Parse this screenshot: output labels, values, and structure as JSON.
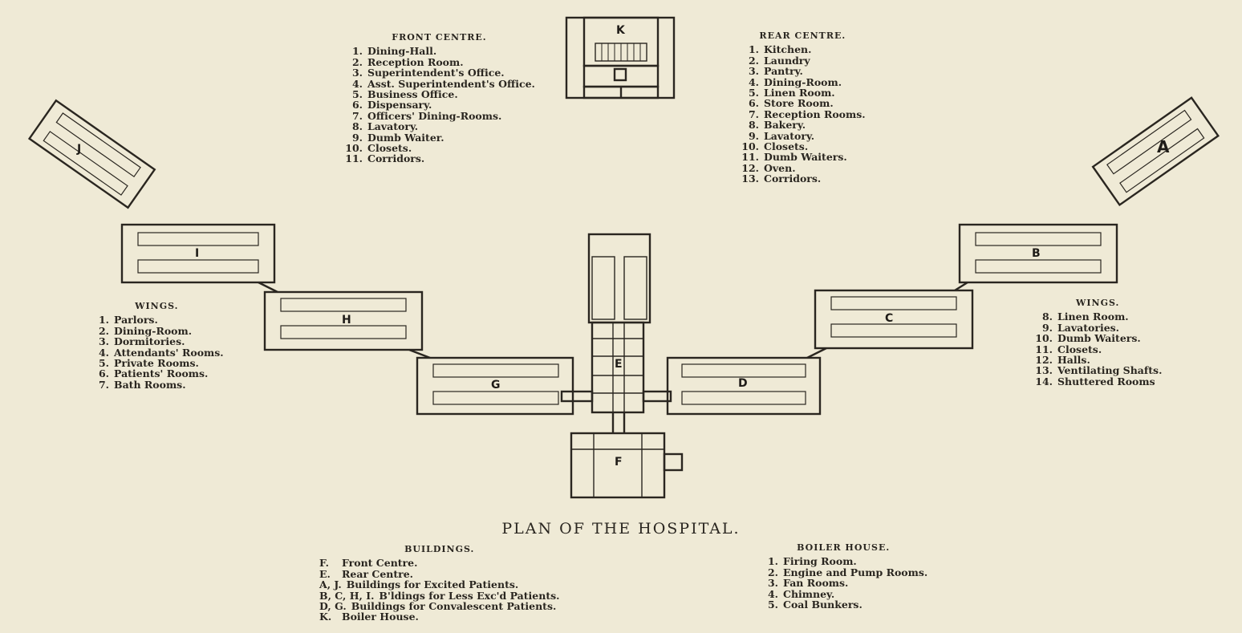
{
  "front_centre": {
    "heading": "FRONT CENTRE.",
    "items": [
      {
        "n": "1.",
        "t": "Dining-Hall."
      },
      {
        "n": "2.",
        "t": "Reception Room."
      },
      {
        "n": "3.",
        "t": "Superintendent's Office."
      },
      {
        "n": "4.",
        "t": "Asst. Superintendent's Office."
      },
      {
        "n": "5.",
        "t": "Business Office."
      },
      {
        "n": "6.",
        "t": "Dispensary."
      },
      {
        "n": "7.",
        "t": "Officers' Dining-Rooms."
      },
      {
        "n": "8.",
        "t": "Lavatory."
      },
      {
        "n": "9.",
        "t": "Dumb Waiter."
      },
      {
        "n": "10.",
        "t": "Closets."
      },
      {
        "n": "11.",
        "t": "Corridors."
      }
    ]
  },
  "rear_centre": {
    "heading": "REAR CENTRE.",
    "items": [
      {
        "n": "1.",
        "t": "Kitchen."
      },
      {
        "n": "2.",
        "t": "Laundry"
      },
      {
        "n": "3.",
        "t": "Pantry."
      },
      {
        "n": "4.",
        "t": "Dining-Room."
      },
      {
        "n": "5.",
        "t": "Linen Room."
      },
      {
        "n": "6.",
        "t": "Store Room."
      },
      {
        "n": "7.",
        "t": "Reception Rooms."
      },
      {
        "n": "8.",
        "t": "Bakery."
      },
      {
        "n": "9.",
        "t": "Lavatory."
      },
      {
        "n": "10.",
        "t": "Closets."
      },
      {
        "n": "11.",
        "t": "Dumb Waiters."
      },
      {
        "n": "12.",
        "t": "Oven."
      },
      {
        "n": "13.",
        "t": "Corridors."
      }
    ]
  },
  "wings_left": {
    "heading": "WINGS.",
    "items": [
      {
        "n": "1.",
        "t": "Parlors."
      },
      {
        "n": "2.",
        "t": "Dining-Room."
      },
      {
        "n": "3.",
        "t": "Dormitories."
      },
      {
        "n": "4.",
        "t": "Attendants' Rooms."
      },
      {
        "n": "5.",
        "t": "Private Rooms."
      },
      {
        "n": "6.",
        "t": "Patients' Rooms."
      },
      {
        "n": "7.",
        "t": "Bath Rooms."
      }
    ]
  },
  "wings_right": {
    "heading": "WINGS.",
    "items": [
      {
        "n": "8.",
        "t": "Linen Room."
      },
      {
        "n": "9.",
        "t": "Lavatories."
      },
      {
        "n": "10.",
        "t": "Dumb Waiters."
      },
      {
        "n": "11.",
        "t": "Closets."
      },
      {
        "n": "12.",
        "t": "Halls."
      },
      {
        "n": "13.",
        "t": "Ventilating Shafts."
      },
      {
        "n": "14.",
        "t": "Shuttered Rooms"
      }
    ]
  },
  "title": "PLAN OF THE HOSPITAL.",
  "buildings": {
    "heading": "BUILDINGS.",
    "items": [
      {
        "n": "F.",
        "t": "Front Centre."
      },
      {
        "n": "E.",
        "t": "Rear Centre."
      },
      {
        "n": "A, J.",
        "t": "Buildings for Excited Patients."
      },
      {
        "n": "B, C, H, I.",
        "t": "B'ldings for Less Exc'd Patients."
      },
      {
        "n": "D, G.",
        "t": "Buildings for Convalescent Patients."
      },
      {
        "n": "K.",
        "t": "Boiler House."
      }
    ]
  },
  "boiler_house": {
    "heading": "BOILER HOUSE.",
    "items": [
      {
        "n": "1.",
        "t": "Firing Room."
      },
      {
        "n": "2.",
        "t": "Engine and Pump Rooms."
      },
      {
        "n": "3.",
        "t": "Fan Rooms."
      },
      {
        "n": "4.",
        "t": "Chimney."
      },
      {
        "n": "5.",
        "t": "Coal Bunkers."
      }
    ]
  },
  "plan_labels": {
    "K": "K",
    "A": "A",
    "B": "B",
    "C": "C",
    "D": "D",
    "E": "E",
    "F": "F",
    "G": "G",
    "H": "H",
    "I": "I",
    "J": "J"
  }
}
